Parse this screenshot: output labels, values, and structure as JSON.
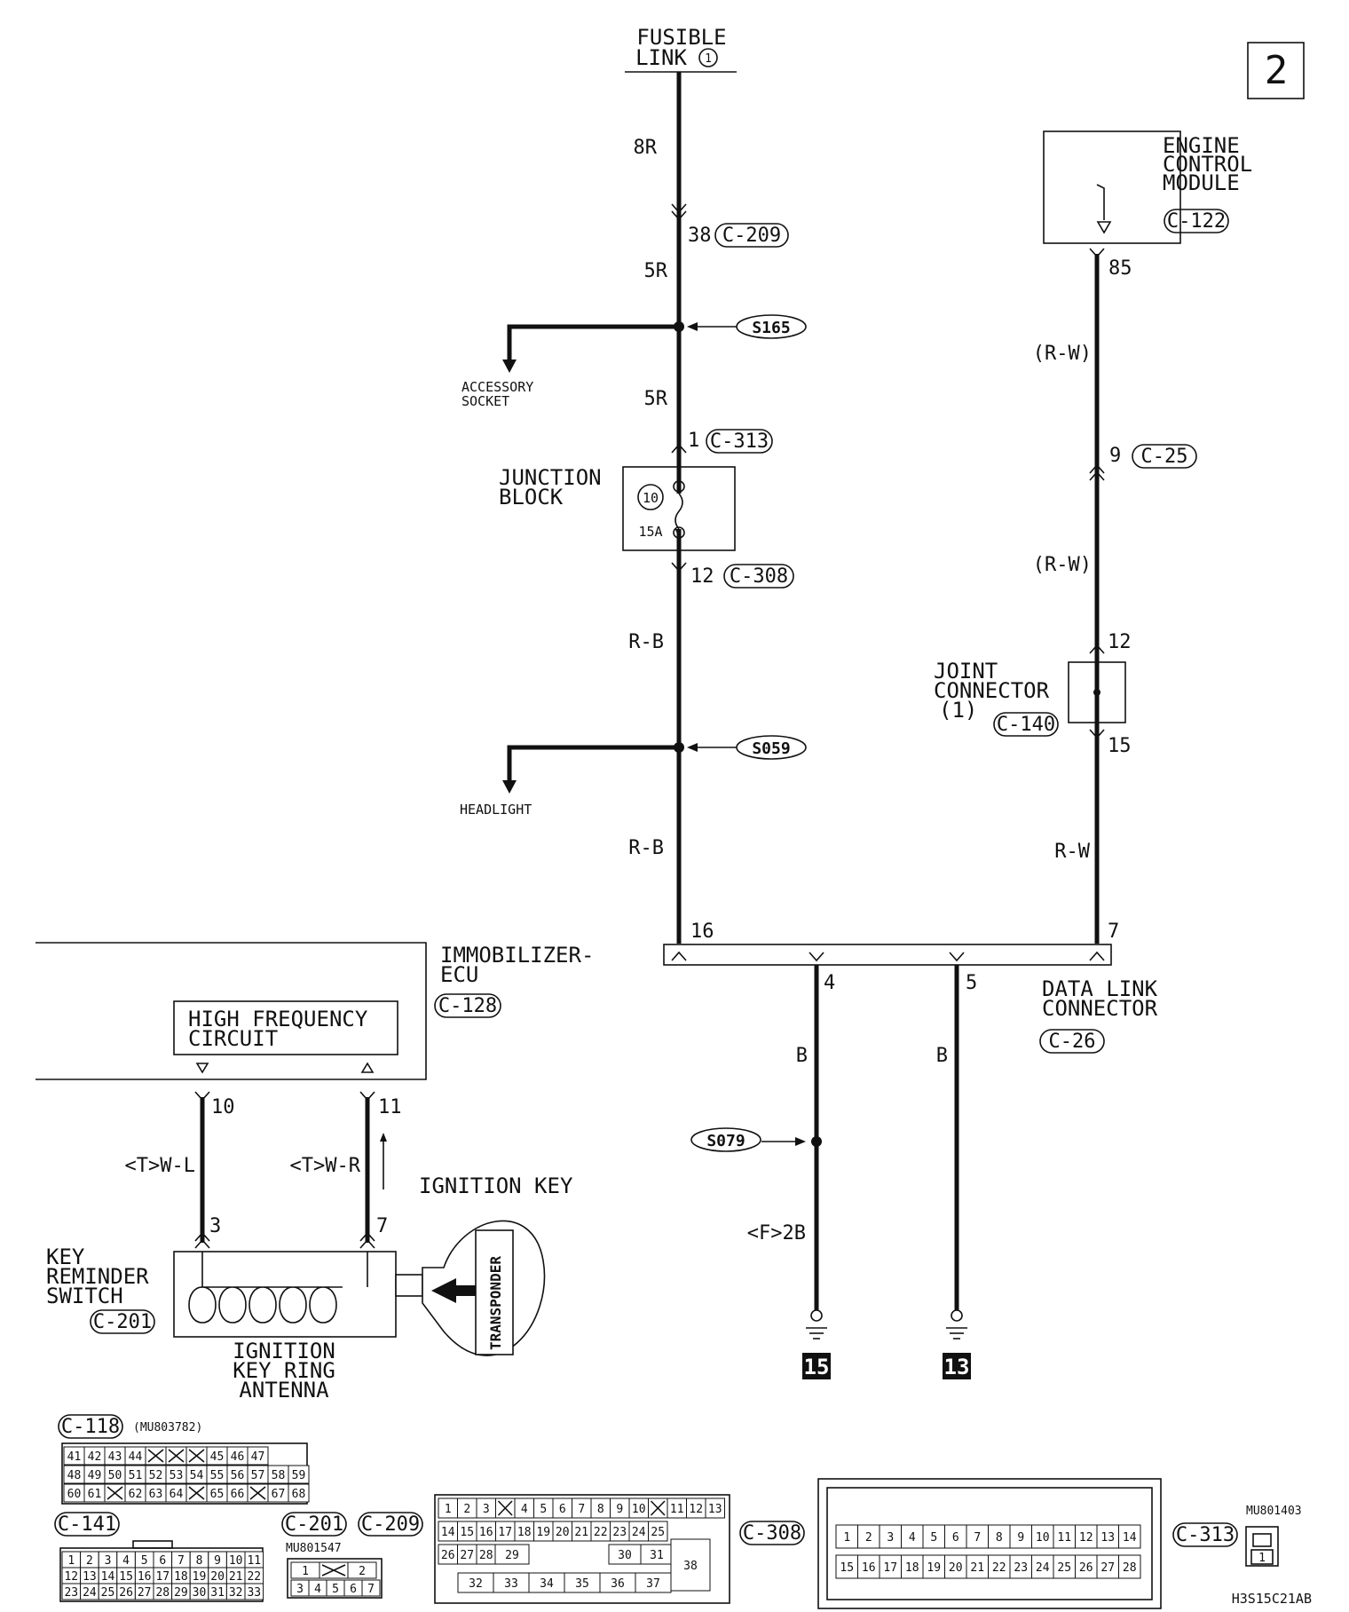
{
  "page_number": "2",
  "fusible_link": {
    "line1": "FUSIBLE",
    "line2": "LINK",
    "num": "1"
  },
  "wires": {
    "w8R": "8R",
    "w5R_a": "5R",
    "w5R_b": "5R",
    "wRB_a": "R-B",
    "wRB_b": "R-B",
    "wRW_a": "(R-W)",
    "wRW_b": "(R-W)",
    "wRW_c": "R-W",
    "wB_a": "B",
    "wB_b": "B",
    "wF2B": "<F>2B",
    "wTWL": "<T>W-L",
    "wTWR": "<T>W-R"
  },
  "pins": {
    "p38": "38",
    "p1": "1",
    "p12a": "12",
    "p85": "85",
    "p9": "9",
    "p12b": "12",
    "p15": "15",
    "p16": "16",
    "p7a": "7",
    "p4": "4",
    "p5": "5",
    "p10": "10",
    "p11": "11",
    "p3": "3",
    "p7b": "7"
  },
  "connectors": {
    "c209": "C-209",
    "c313": "C-313",
    "c308": "C-308",
    "c122": "C-122",
    "c25": "C-25",
    "c140": "C-140",
    "c26": "C-26",
    "c128": "C-128",
    "c201": "C-201"
  },
  "splices": {
    "s165": "S165",
    "s059": "S059",
    "s079": "S079"
  },
  "components": {
    "accessory": {
      "line1": "ACCESSORY",
      "line2": "SOCKET"
    },
    "headlight": "HEADLIGHT",
    "junction": {
      "line1": "JUNCTION",
      "line2": "BLOCK",
      "fuse_num": "10",
      "fuse_amp": "15A"
    },
    "ecm": {
      "line1": "ENGINE",
      "line2": "CONTROL",
      "line3": "MODULE"
    },
    "joint": {
      "line1": "JOINT",
      "line2": "CONNECTOR",
      "line3": "(1)"
    },
    "dlc": {
      "line1": "DATA LINK",
      "line2": "CONNECTOR"
    },
    "immo": {
      "line1": "IMMOBILIZER-",
      "line2": "ECU"
    },
    "hfc": {
      "line1": "HIGH FREQUENCY",
      "line2": "CIRCUIT"
    },
    "ignition_key": "IGNITION KEY",
    "transponder": "TRANSPONDER",
    "key_reminder": {
      "line1": "KEY",
      "line2": "REMINDER",
      "line3": "SWITCH"
    },
    "antenna": {
      "line1": "IGNITION",
      "line2": "KEY RING",
      "line3": "ANTENNA"
    }
  },
  "grounds": {
    "g15": "15",
    "g13": "13"
  },
  "connector_views": {
    "c118_label": "C-118",
    "c118_part": "(MU803782)",
    "c118_rows": [
      [
        "41",
        "42",
        "43",
        "44",
        "",
        "",
        "",
        "45",
        "46",
        "47"
      ],
      [
        "48",
        "49",
        "50",
        "51",
        "52",
        "53",
        "54",
        "55",
        "56",
        "57",
        "58",
        "59"
      ],
      [
        "60",
        "61",
        "",
        "62",
        "63",
        "64",
        "",
        "65",
        "66",
        "",
        "67",
        "68"
      ]
    ],
    "c141_label": "C-141",
    "c141_rows": [
      [
        "1",
        "2",
        "3",
        "4",
        "5",
        "6",
        "7",
        "8",
        "9",
        "10",
        "11"
      ],
      [
        "12",
        "13",
        "14",
        "15",
        "16",
        "17",
        "18",
        "19",
        "20",
        "21",
        "22"
      ],
      [
        "23",
        "24",
        "25",
        "26",
        "27",
        "28",
        "29",
        "30",
        "31",
        "32",
        "33"
      ]
    ],
    "c201_label": "C-201",
    "c209_label": "C-209",
    "c201_part": "MU801547",
    "c201_rows": [
      [
        "1",
        "",
        "2"
      ],
      [
        "3",
        "4",
        "5",
        "6",
        "7"
      ]
    ],
    "c308_label": "C-308",
    "c308_row1": [
      "1",
      "2",
      "3",
      "",
      "4",
      "5",
      "6",
      "7",
      "8",
      "9",
      "10",
      "",
      "11",
      "12",
      "13"
    ],
    "c308_row2": [
      "14",
      "15",
      "16",
      "17",
      "18",
      "19",
      "20",
      "21",
      "22",
      "23",
      "24",
      "25"
    ],
    "c308_row3": [
      "26",
      "27",
      "28",
      "29",
      "30",
      "31"
    ],
    "c308_row4": [
      "32",
      "33",
      "34",
      "35",
      "36",
      "37"
    ],
    "c308_38": "38",
    "c313_label": "C-313",
    "c313_part": "MU801403",
    "c313_pin": "1",
    "c313_row1": [
      "1",
      "2",
      "3",
      "4",
      "5",
      "6",
      "7",
      "8",
      "9",
      "10",
      "11",
      "12",
      "13",
      "14"
    ],
    "c313_row2": [
      "15",
      "16",
      "17",
      "18",
      "19",
      "20",
      "21",
      "22",
      "23",
      "24",
      "25",
      "26",
      "27",
      "28"
    ]
  },
  "figure_code": "H3S15C21AB"
}
